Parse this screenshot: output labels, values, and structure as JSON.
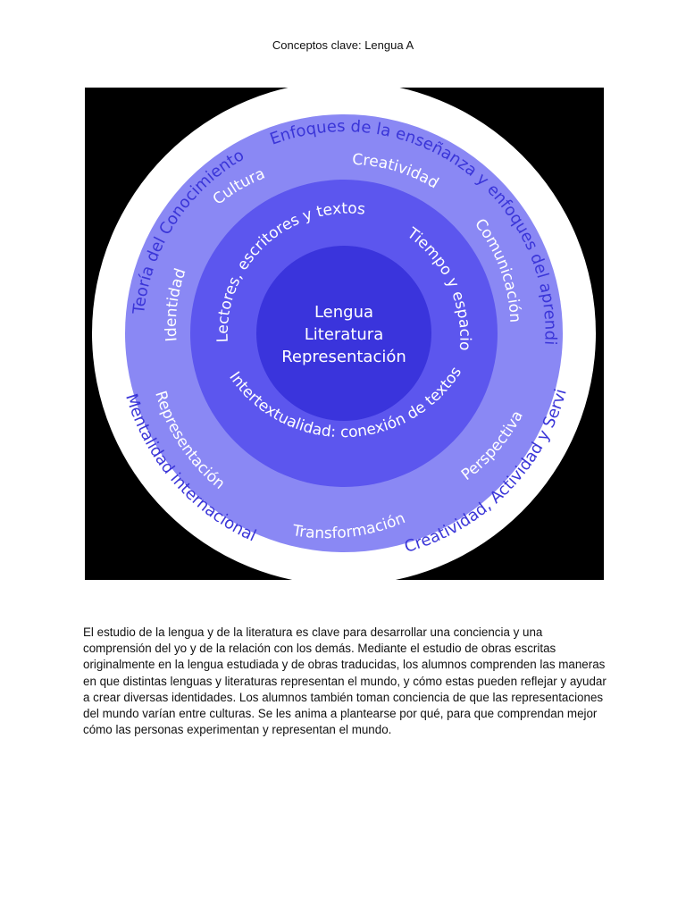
{
  "document": {
    "title": "Conceptos clave: Lengua A",
    "paragraph": "El estudio de la lengua y de la literatura es clave para desarrollar una conciencia y una comprensión del yo y de la relación con los demás. Mediante el estudio de obras escritas originalmente en la lengua estudiada y de obras traducidas, los alumnos comprenden las maneras en que distintas lenguas y literaturas representan el mundo, y cómo estas pueden reflejar y ayudar a crear diversas identidades. Los alumnos también toman conciencia de que las representaciones del mundo varían entre culturas. Se les anima a plantearse por qué, para que comprendan mejor cómo las personas experimentan y representan el mundo."
  },
  "diagram": {
    "colors": {
      "background": "#000000",
      "outer_ring": "#ffffff",
      "outer_text": "#3a35d8",
      "ring_light": "#8a88f4",
      "ring_mid": "#5c56ee",
      "core": "#3a34dc"
    },
    "outer_ring": {
      "top_left": "Teoría del Conocimiento",
      "top_right": "Enfoques de la enseñanza y enfoques del aprendizaje",
      "bottom_left": "Mentalidad internacional",
      "bottom_right": "Creatividad, Actividad y Servicio"
    },
    "concepts_ring": {
      "cultura": "Cultura",
      "creatividad": "Creatividad",
      "comunicacion": "Comunicación",
      "perspectiva": "Perspectiva",
      "transformacion": "Transformación",
      "representacion": "Representación",
      "identidad": "Identidad"
    },
    "areas_ring": {
      "lectores": "Lectores, escritores y textos",
      "tiempo": "Tiempo y espacio",
      "intertextualidad": "Intertextualidad: conexión de textos"
    },
    "core": {
      "line1": "Lengua",
      "line2": "Literatura",
      "line3": "Representación"
    }
  }
}
